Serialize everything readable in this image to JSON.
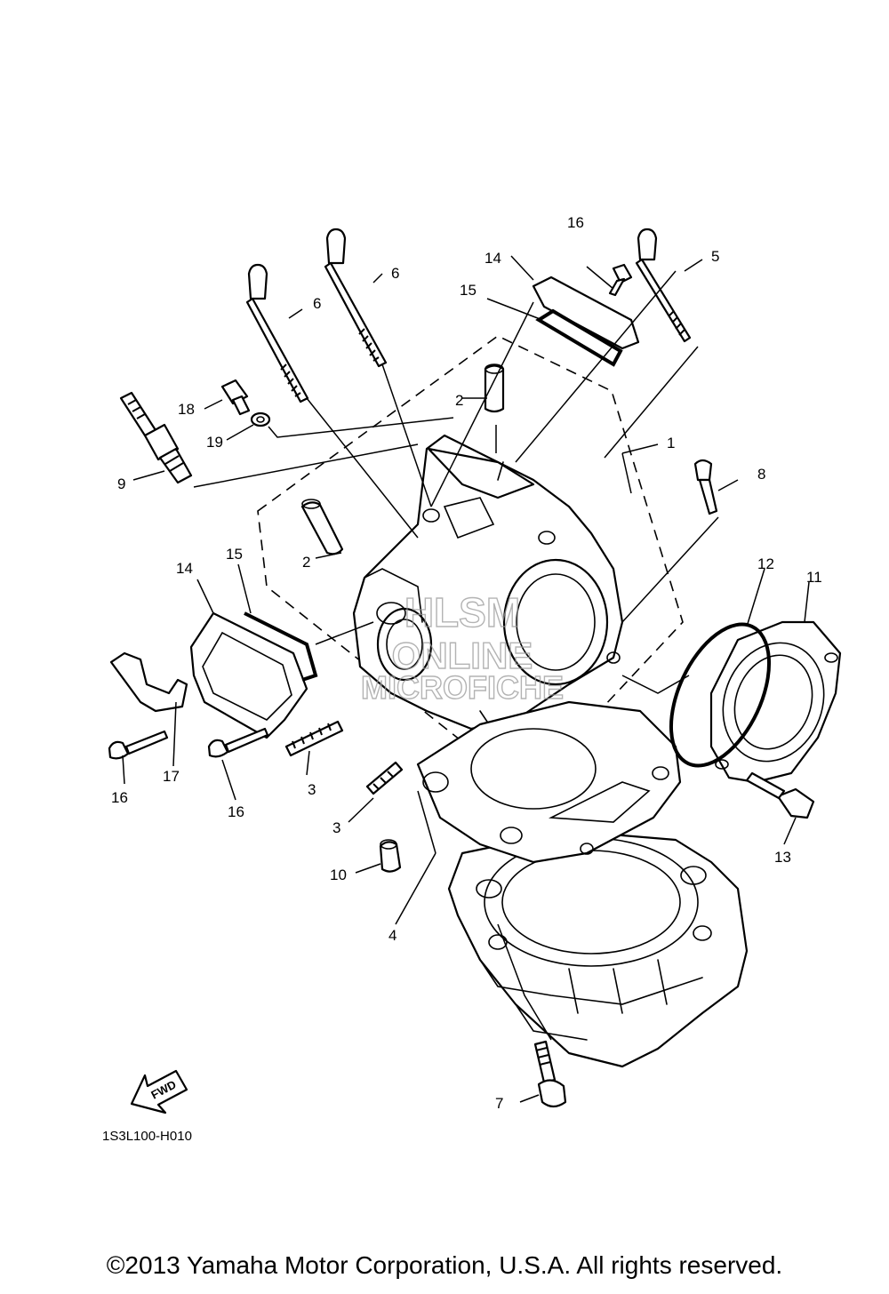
{
  "diagram": {
    "callouts": {
      "c1": "1",
      "c2a": "2",
      "c2b": "2",
      "c3a": "3",
      "c3b": "3",
      "c4": "4",
      "c5": "5",
      "c6a": "6",
      "c6b": "6",
      "c7": "7",
      "c8": "8",
      "c9": "9",
      "c10": "10",
      "c11": "11",
      "c12": "12",
      "c13": "13",
      "c14a": "14",
      "c14b": "14",
      "c15a": "15",
      "c15b": "15",
      "c16a": "16",
      "c16b": "16",
      "c16c": "16",
      "c17": "17",
      "c18": "18",
      "c19": "19"
    },
    "fwd_label": "FWD",
    "drawing_code": "1S3L100-H010",
    "watermark": {
      "line1": "HLSM",
      "line2": "ONLINE",
      "line3": "MICROFICHE"
    },
    "copyright": "©2013 Yamaha Motor Corporation, U.S.A. All rights reserved."
  }
}
